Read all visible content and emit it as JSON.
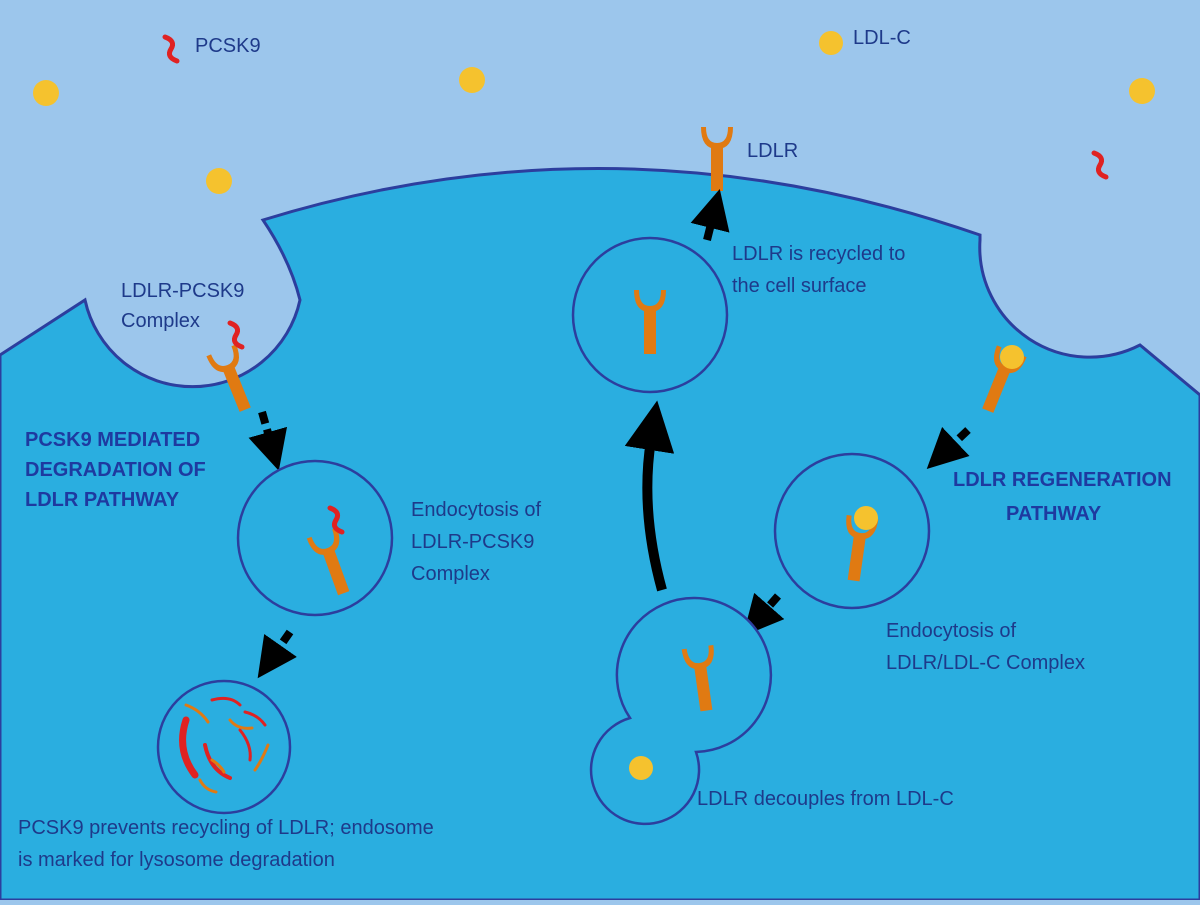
{
  "legend": {
    "pcsk9": "PCSK9",
    "ldl_c": "LDL-C",
    "ldlr": "LDLR"
  },
  "labels": {
    "complex_surface": [
      "LDLR-PCSK9",
      "Complex"
    ],
    "degradation_title": [
      "PCSK9 MEDIATED",
      "DEGRADATION OF",
      "LDLR PATHWAY"
    ],
    "endocytosis_pcsk9": [
      "Endocytosis of",
      "LDLR-PCSK9",
      "Complex"
    ],
    "lysosome_text": [
      "PCSK9 prevents recycling of LDLR; endosome",
      "is marked for lysosome degradation"
    ],
    "recycled_text": [
      "LDLR is recycled to",
      "the cell surface"
    ],
    "regeneration_title": [
      "LDLR REGENERATION",
      "PATHWAY"
    ],
    "endocytosis_ldlc": [
      "Endocytosis of",
      "LDLR/LDL-C Complex"
    ],
    "decouple_text": "LDLR decouples from LDL-C"
  },
  "colors": {
    "extracellular": "#9cc6ec",
    "cytoplasm": "#2aaee0",
    "membrane": "#2c3e9e",
    "receptor": "#e07a12",
    "pcsk9": "#e02222",
    "ldl": "#f5c22e",
    "arrow": "#000000",
    "text": "#1e3a8a"
  }
}
